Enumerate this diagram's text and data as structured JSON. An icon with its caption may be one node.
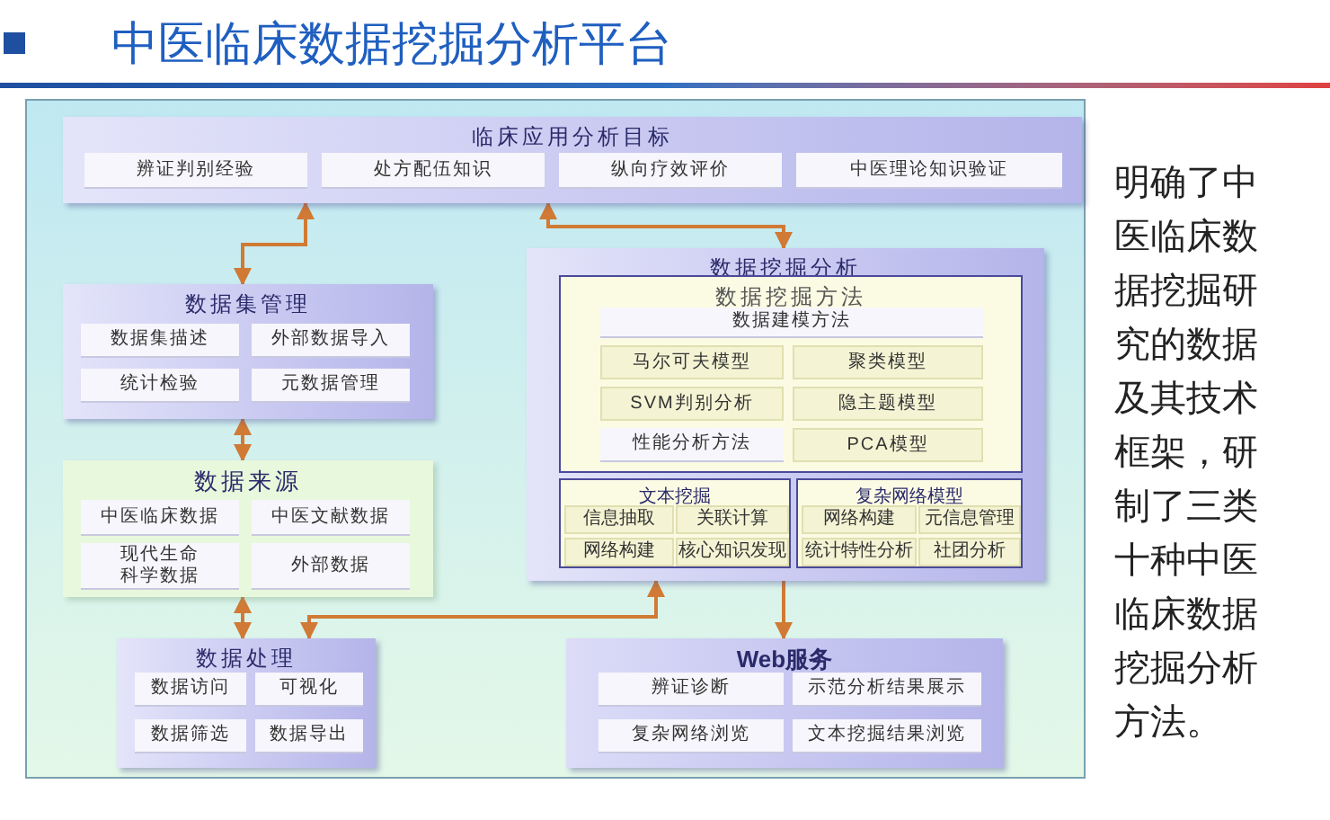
{
  "diagram": {
    "title": "中医临床数据挖掘分析平台",
    "nodes": [
      {
        "text": [
          "临床应用分析目标"
        ]
      },
      {
        "text": [
          "辨证判别经验"
        ],
        "in": 0
      },
      {
        "text": [
          "处方配伍知识"
        ],
        "in": 0
      },
      {
        "text": [
          "纵向疗效评价"
        ],
        "in": 0
      },
      {
        "text": [
          "中医理论知识验证"
        ],
        "in": 0
      },
      {
        "text": [
          "数据集管理"
        ]
      },
      {
        "text": [
          "数据集描述"
        ],
        "in": 5
      },
      {
        "text": [
          "外部数据导入"
        ],
        "in": 5
      },
      {
        "text": [
          "统计检验"
        ],
        "in": 5
      },
      {
        "text": [
          "元数据管理"
        ],
        "in": 5
      },
      {
        "text": [
          "数据来源"
        ]
      },
      {
        "text": [
          "中医临床数据"
        ],
        "in": 10
      },
      {
        "text": [
          "中医文献数据"
        ],
        "in": 10
      },
      {
        "text": [
          "现代生命科学数据"
        ],
        "in": 10
      },
      {
        "text": [
          "外部数据"
        ],
        "in": 10
      },
      {
        "text": [
          "数据处理"
        ]
      },
      {
        "text": [
          "数据访问"
        ],
        "in": 15
      },
      {
        "text": [
          "可视化"
        ],
        "in": 15
      },
      {
        "text": [
          "数据筛选"
        ],
        "in": 15
      },
      {
        "text": [
          "数据导出"
        ],
        "in": 15
      },
      {
        "text": [
          "数据挖掘分析"
        ]
      },
      {
        "text": [
          "数据挖掘方法"
        ],
        "in": 20
      },
      {
        "text": [
          "数据建模方法"
        ],
        "in": 21
      },
      {
        "text": [
          "马尔可夫模型"
        ],
        "in": 21
      },
      {
        "text": [
          "聚类模型"
        ],
        "in": 21
      },
      {
        "text": [
          "SVM判别分析"
        ],
        "in": 21
      },
      {
        "text": [
          "隐主题模型"
        ],
        "in": 21
      },
      {
        "text": [
          "性能分析方法"
        ],
        "in": 21
      },
      {
        "text": [
          "PCA模型"
        ],
        "in": 21
      },
      {
        "text": [
          "文本挖掘"
        ],
        "in": 20
      },
      {
        "text": [
          "信息抽取"
        ],
        "in": 29
      },
      {
        "text": [
          "关联计算"
        ],
        "in": 29
      },
      {
        "text": [
          "网络构建"
        ],
        "in": 29
      },
      {
        "text": [
          "核心知识发现"
        ],
        "in": 29
      },
      {
        "text": [
          "复杂网络模型"
        ],
        "in": 20
      },
      {
        "text": [
          "网络构建"
        ],
        "in": 34
      },
      {
        "text": [
          "元信息管理"
        ],
        "in": 34
      },
      {
        "text": [
          "统计特性分析"
        ],
        "in": 34
      },
      {
        "text": [
          "社团分析"
        ],
        "in": 34
      },
      {
        "text": [
          "Web服务"
        ]
      },
      {
        "text": [
          "辨证诊断"
        ],
        "in": 39
      },
      {
        "text": [
          "示范分析结果展示"
        ],
        "in": 39
      },
      {
        "text": [
          "复杂网络浏览"
        ],
        "in": 39
      },
      {
        "text": [
          "文本挖掘结果浏览"
        ],
        "in": 39
      }
    ],
    "edges": [
      {
        "from": 0,
        "to": 5,
        "arrow": "both"
      },
      {
        "from": 0,
        "to": 20,
        "arrow": "both"
      },
      {
        "from": 5,
        "to": 10,
        "arrow": "both"
      },
      {
        "from": 10,
        "to": 15,
        "arrow": "both"
      },
      {
        "from": 20,
        "to": 15,
        "arrow": "both"
      },
      {
        "from": 20,
        "to": 39,
        "arrow": "to"
      }
    ],
    "labels": [
      "明确了中医临床数据挖掘研究的数据及其技术框架，研制了三类十种中医临床数据挖掘分析方法。"
    ]
  }
}
